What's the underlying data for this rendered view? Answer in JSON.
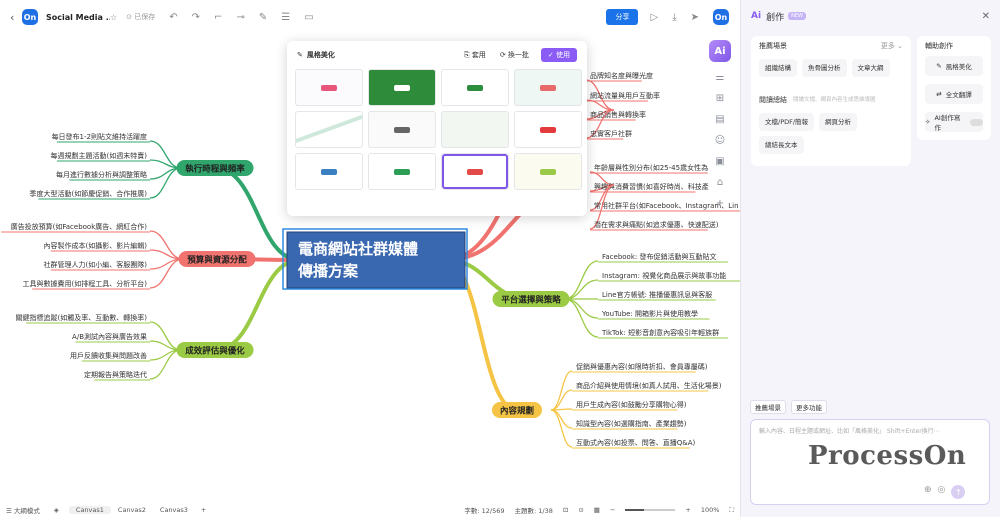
{
  "app": {
    "title": "Social Media ...",
    "saved": "已保存",
    "share": "分享",
    "logo": "On",
    "avatar": "On"
  },
  "map": {
    "central": {
      "line1": "電商網站社群媒體",
      "line2": "傳播方案"
    },
    "branches": [
      {
        "label": "執行時程與頻率",
        "color": "#30a56c",
        "items": [
          "每日發布1-2則貼文維持活躍度",
          "每週規劃主題活動(如週末特賣)",
          "每月進行數據分析與調整策略",
          "季度大型活動(如節慶促銷、合作推廣)"
        ]
      },
      {
        "label": "預算與資源分配",
        "color": "#f0736f",
        "items": [
          "廣告投放預算(如Facebook廣告、網紅合作)",
          "內容製作成本(如攝影、影片編輯)",
          "社群管理人力(如小編、客服團隊)",
          "工具與數據費用(如排程工具、分析平台)"
        ]
      },
      {
        "label": "成效評估與優化",
        "color": "#9bcb44",
        "items": [
          "關鍵指標追蹤(如觸及率、互動數、轉換率)",
          "A/B測試內容與廣告效果",
          "用戶反饋收集與問題改善",
          "定期報告與策略迭代"
        ]
      },
      {
        "label": "平台選擇與策略",
        "color": "#9bcb44",
        "items": [
          "Facebook: 發布促銷活動與互動貼文",
          "Instagram: 視覺化商品展示與故事功能",
          "Line官方帳號: 推播優惠訊息與客服",
          "YouTube: 開箱影片與使用教學",
          "TikTok: 短影音創意內容吸引年輕族群"
        ]
      },
      {
        "label": "內容規劃",
        "color": "#f6c445",
        "items": [
          "促銷與優惠內容(如限時折扣、會員專屬碼)",
          "商品介紹與使用情境(如真人試用、生活化場景)",
          "用戶生成內容(如鼓勵分享購物心得)",
          "知識型內容(如選購指南、產業趨勢)",
          "互動式內容(如投票、問答、直播Q&A)"
        ]
      },
      {
        "label": "",
        "color": "#f0736f",
        "items": [
          "品牌知名度與曝光度",
          "網站流量與用戶互動率",
          "商品銷售與轉換率",
          "忠實客戶社群"
        ]
      },
      {
        "label": "",
        "color": "#f0736f",
        "items": [
          "年齡層與性別分布(如25-45歲女性為",
          "興趣與消費習慣(如喜好時尚、科技產",
          "常用社群平台(如Facebook、Instagram、Lin",
          "潛在需求與痛點(如追求優惠、快速配送)"
        ]
      }
    ]
  },
  "popup": {
    "title": "風格美化",
    "apply_all": "套用",
    "shuffle": "換一批",
    "use": "使用"
  },
  "toolbar_icons": [
    "undo-icon",
    "redo-icon",
    "format-painter-icon",
    "insert-topic-icon",
    "brush-icon",
    "summary-icon",
    "frame-icon",
    "present-icon",
    "download-icon",
    "send-icon"
  ],
  "rail_icons": [
    "ai-icon",
    "layout-icon",
    "structure-icon",
    "emoji-icon",
    "image-icon",
    "tag-icon",
    "add-icon"
  ],
  "ai_panel": {
    "logo": "Ai",
    "title": "創作",
    "badge": "NEW",
    "recommend": {
      "header": "推薦場景",
      "more": "更多",
      "chips": [
        "組織結構",
        "魚骨圖分析",
        "文章大綱"
      ]
    },
    "read": {
      "header": "閱讀總結",
      "subtitle": "閱讀文檔、網頁內容生成思維導圖",
      "chips": [
        "文檔/PDF/簡報",
        "網頁分析",
        "總結長文本"
      ]
    },
    "assist": {
      "header": "輔助創作",
      "buttons": [
        "風格美化",
        "全文翻譯"
      ],
      "toggle_label": "AI創作寫作"
    },
    "tabs": [
      "推薦場景",
      "更多功能"
    ],
    "input_placeholder": "輸入內容、日程主題或網址、比如「風格美化」 Shift+Enter換行⋯",
    "watermark": "ProcessOn"
  },
  "status": {
    "outline": "大綱模式",
    "canvases": [
      "Canvas1",
      "Canvas2",
      "Canvas3"
    ],
    "chars": "字數: 12/569",
    "topics": "主題數: 1/38",
    "zoom": "100%"
  }
}
